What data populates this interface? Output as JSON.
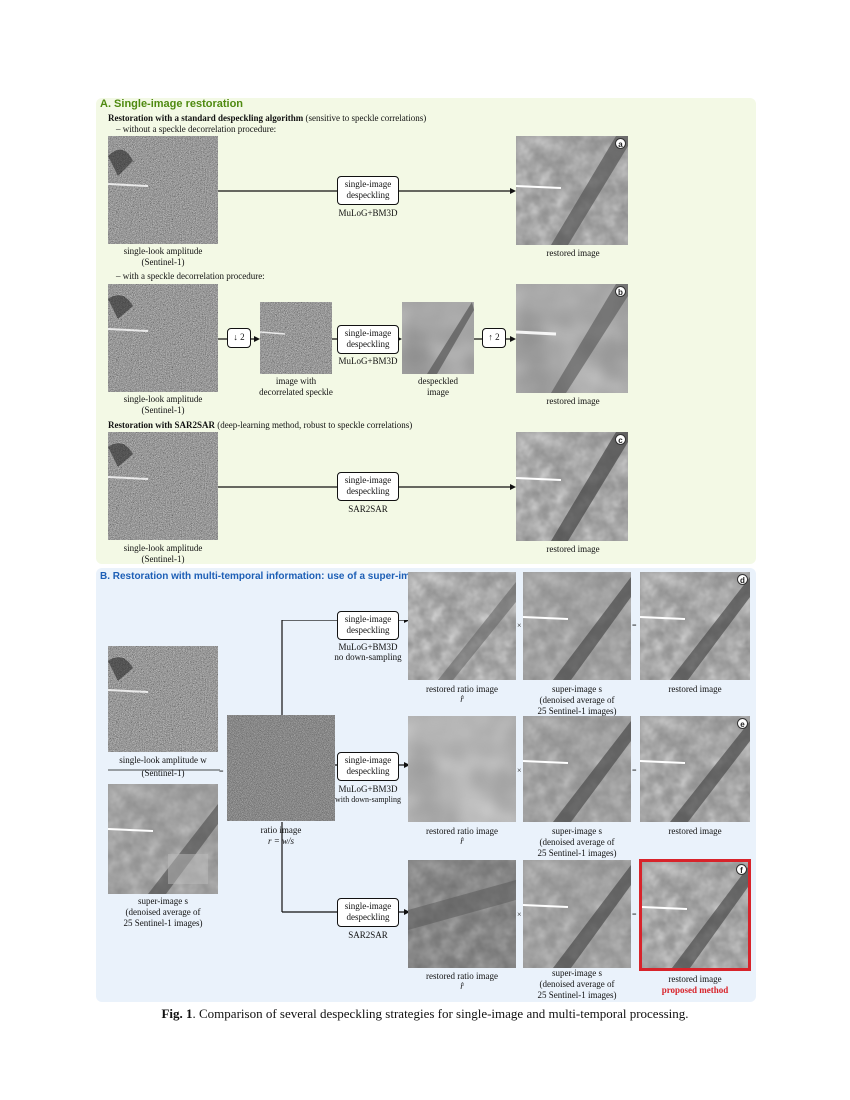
{
  "sectionA": {
    "title": "A. Single-image restoration",
    "std_heading_bold": "Restoration with a standard despeckling algorithm",
    "std_heading_rest": "(sensitive to speckle correlations)",
    "without_decorr": "– without a speckle decorrelation procedure:",
    "with_decorr": "– with a speckle decorrelation procedure:",
    "sar_heading_bold": "Restoration with SAR2SAR",
    "sar_heading_rest": "(deep-learning method, robust to speckle correlations)"
  },
  "labels": {
    "single_look_1": "single-look amplitude",
    "single_look_2": "(Sentinel-1)",
    "restored_image": "restored image",
    "box_line1": "single-image",
    "box_line2": "despeckling",
    "mulog": "MuLoG+BM3D",
    "sar2sar": "SAR2SAR",
    "down2": "↓ 2",
    "up2": "↑ 2",
    "decorr_1": "image with",
    "decorr_2": "decorrelated speckle",
    "despeckled_1": "despeckled",
    "despeckled_2": "image",
    "no_down": "no down-sampling",
    "with_down": "with down-sampling",
    "ratio_restored": "restored ratio image",
    "r_hat": "r̂",
    "super_s": "super-image s",
    "denoised_avg": "(denoised average of",
    "n_images": "25 Sentinel-1 images)",
    "single_look_w": "single-look amplitude w",
    "ratio_image": "ratio image",
    "ratio_eq": "r = w/s",
    "proposed": "proposed method",
    "times": "×",
    "equals": "=",
    "equals_small": "="
  },
  "badges": [
    "a",
    "b",
    "c",
    "d",
    "e",
    "f"
  ],
  "sectionB": {
    "title": "B. Restoration with multi-temporal information: use of a super-image"
  },
  "caption": {
    "fig": "Fig. 1",
    "text": ". Comparison of several despeckling strategies for single-image and multi-temporal processing."
  },
  "colors": {
    "panelA": "#f3f9e5",
    "panelB": "#eaf2fb",
    "titleA": "#4f8a10",
    "titleB": "#1d5fb6",
    "highlight": "#d8232a"
  }
}
